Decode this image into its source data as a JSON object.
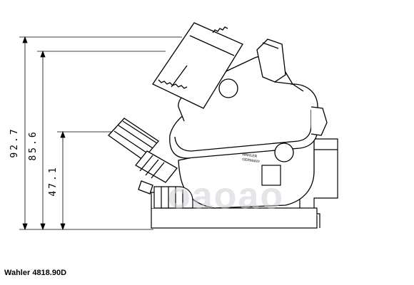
{
  "dimensions": {
    "overall": "92.7",
    "upper": "85.6",
    "lower": "47.1"
  },
  "stamp": {
    "line1": "WAHLER",
    "line2": "GERMANY"
  },
  "watermark": "oaoao",
  "caption": "Wahler 4818.90D",
  "colors": {
    "line": "#000000",
    "background": "#ffffff",
    "watermark": "#cdcdd7"
  }
}
